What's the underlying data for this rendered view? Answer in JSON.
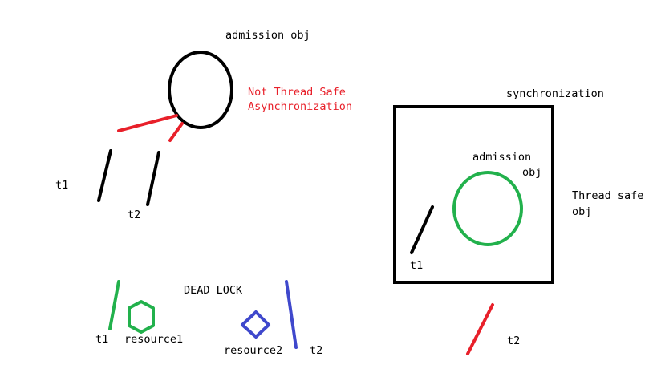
{
  "colors": {
    "black": "#000000",
    "red": "#e8202a",
    "green": "#22b14c",
    "blue": "#3f48cc"
  },
  "left_section": {
    "object_label": "admission obj",
    "warning_line1": "Not Thread Safe",
    "warning_line2": "Asynchronization",
    "thread1_label": "t1",
    "thread2_label": "t2"
  },
  "right_section": {
    "box_title": "synchronization",
    "object_label_line1": "admission",
    "object_label_line2": "obj",
    "safe_label_line1": "Thread safe",
    "safe_label_line2": "obj",
    "inner_thread_label": "t1",
    "outer_thread_label": "t2"
  },
  "deadlock_section": {
    "title": "DEAD LOCK",
    "thread1_label": "t1",
    "resource1_label": "resource1",
    "resource2_label": "resource2",
    "thread2_label": "t2"
  }
}
